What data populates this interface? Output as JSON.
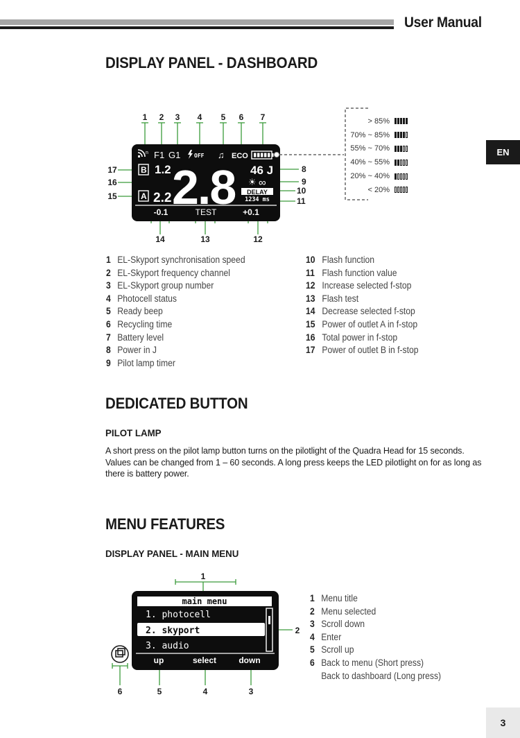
{
  "header": {
    "title": "User Manual"
  },
  "side_tab": {
    "label": "EN"
  },
  "page_number": "3",
  "sections": {
    "dashboard": {
      "title": "DISPLAY PANEL - DASHBOARD",
      "callouts": {
        "c1": "1",
        "c2": "2",
        "c3": "3",
        "c4": "4",
        "c5": "5",
        "c6": "6",
        "c7": "7",
        "c8": "8",
        "c9": "9",
        "c10": "10",
        "c11": "11",
        "c12": "12",
        "c13": "13",
        "c14": "14",
        "c15": "15",
        "c16": "16",
        "c17": "17"
      },
      "screen": {
        "sync_text": "n",
        "channel": "F1",
        "group": "G1",
        "photocell": "OFF",
        "beep_icon": "♫",
        "eco": "ECO",
        "b_label": "B",
        "b_value": "1.2",
        "big_value": "2.8",
        "a_label": "A",
        "a_value": "2.2",
        "power_j": "46 J",
        "infinity": "∞",
        "function_label": "DELAY",
        "function_value": "1234 ms",
        "minus": "-0.1",
        "test": "TEST",
        "plus": "+0.1"
      },
      "battery_legend": [
        {
          "label": "> 85%",
          "filled": 5
        },
        {
          "label": "70% ~ 85%",
          "filled": 4
        },
        {
          "label": "55% ~ 70%",
          "filled": 3
        },
        {
          "label": "40% ~ 55%",
          "filled": 2
        },
        {
          "label": "20% ~ 40%",
          "filled": 1
        },
        {
          "label": "< 20%",
          "filled": 0
        }
      ],
      "legend_left": [
        {
          "n": "1",
          "text": "EL-Skyport synchronisation speed"
        },
        {
          "n": "2",
          "text": "EL-Skyport frequency channel"
        },
        {
          "n": "3",
          "text": "EL-Skyport group number"
        },
        {
          "n": "4",
          "text": "Photocell status"
        },
        {
          "n": "5",
          "text": "Ready beep"
        },
        {
          "n": "6",
          "text": "Recycling time"
        },
        {
          "n": "7",
          "text": "Battery level"
        },
        {
          "n": "8",
          "text": "Power in J"
        },
        {
          "n": "9",
          "text": "Pilot lamp timer"
        }
      ],
      "legend_right": [
        {
          "n": "10",
          "text": "Flash function"
        },
        {
          "n": "11",
          "text": "Flash function value"
        },
        {
          "n": "12",
          "text": "Increase selected f-stop"
        },
        {
          "n": "13",
          "text": "Flash test"
        },
        {
          "n": "14",
          "text": "Decrease selected f-stop"
        },
        {
          "n": "15",
          "text": "Power of outlet A in f-stop"
        },
        {
          "n": "16",
          "text": "Total power in f-stop"
        },
        {
          "n": "17",
          "text": "Power of outlet B in f-stop"
        }
      ]
    },
    "dedicated": {
      "title": "DEDICATED BUTTON",
      "sub_title": "PILOT LAMP",
      "paragraph": "A short press on the pilot lamp button turns on the pilotlight of the Quadra Head for 15 seconds. Values can be changed from 1 – 60 seconds. A long press keeps the LED pilotlight on for as long as there is battery power."
    },
    "menu": {
      "title": "MENU FEATURES",
      "sub_title": "DISPLAY PANEL - MAIN MENU",
      "callouts": {
        "c1": "1",
        "c2": "2",
        "c3": "3",
        "c4": "4",
        "c5": "5",
        "c6": "6"
      },
      "screen": {
        "menu_title": "main menu",
        "item1": "1. photocell",
        "item2": "2. skyport",
        "item3": "3. audio",
        "btn_up": "up",
        "btn_select": "select",
        "btn_down": "down"
      },
      "legend": [
        {
          "n": "1",
          "text": "Menu title"
        },
        {
          "n": "2",
          "text": "Menu selected"
        },
        {
          "n": "3",
          "text": "Scroll down"
        },
        {
          "n": "4",
          "text": "Enter"
        },
        {
          "n": "5",
          "text": "Scroll up"
        },
        {
          "n": "6",
          "text": "Back to menu (Short press)"
        },
        {
          "n": "",
          "text": "Back to dashboard (Long press)"
        }
      ]
    }
  },
  "colors": {
    "accent_green": "#3a9a3a",
    "ink": "#1a1a1a",
    "header_grey": "#a6a6a6"
  }
}
